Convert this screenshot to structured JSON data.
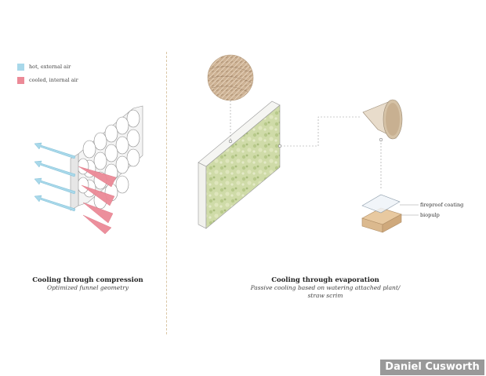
{
  "legend": {
    "items": [
      {
        "label": "hot, external air",
        "color": "#a8d8ea"
      },
      {
        "label": "cooled, internal air",
        "color": "#ec8a97"
      }
    ]
  },
  "left_panel": {
    "title": "Cooling through compression",
    "subtitle": "Optimized funnel geometry"
  },
  "right_panel": {
    "title": "Cooling through evaporation",
    "subtitle_line1": "Passive cooling based on watering attached plant/",
    "subtitle_line2": "straw scrim",
    "layer_labels": {
      "top": "fireproof coating",
      "bottom": "biopulp"
    }
  },
  "watermark": "Daniel Cusworth",
  "colors": {
    "hot_air": "#a8d8ea",
    "cool_air": "#ec8a97",
    "moss": "#c9d6a0",
    "panel_edge": "#e9e9e2",
    "straw": "#c8ab8c",
    "divider": "#d9c6a5"
  }
}
